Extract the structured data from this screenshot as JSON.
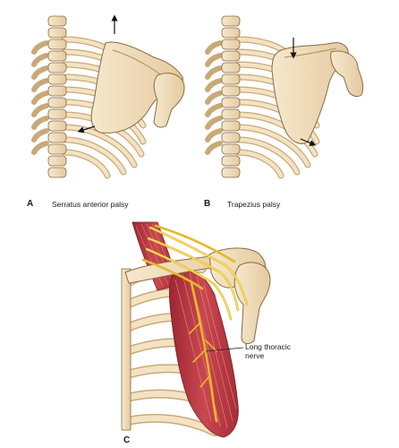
{
  "panels": [
    {
      "letter": "A",
      "caption": "Serratus anterior palsy"
    },
    {
      "letter": "B",
      "caption": "Trapezius palsy"
    },
    {
      "letter": "C",
      "caption": ""
    }
  ],
  "labels": {
    "nerve_line1": "Long thoracic",
    "nerve_line2": "nerve"
  },
  "colors": {
    "bone": "#f1dfbd",
    "bone_shadow": "#d9bd8e",
    "outline": "#8a6a44",
    "muscle": "#b8343d",
    "muscle_light": "#d9646a",
    "nerve": "#f3d23a",
    "arrow": "#111111"
  }
}
